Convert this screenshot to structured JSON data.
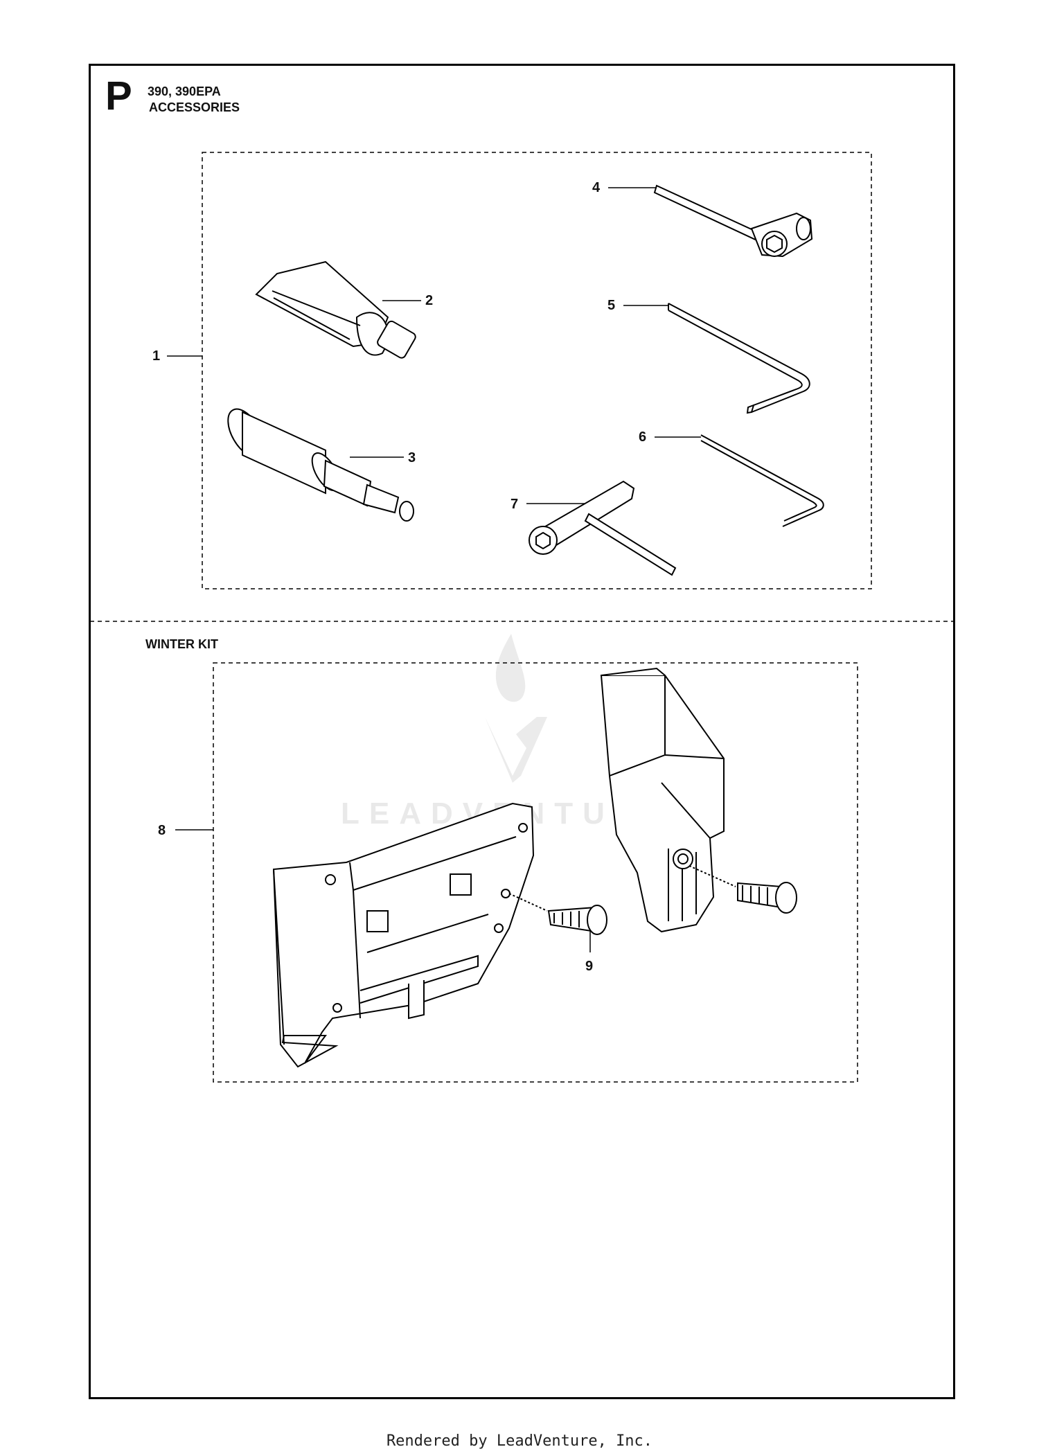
{
  "header": {
    "section_letter": "P",
    "models": "390, 390EPA",
    "title": "ACCESSORIES"
  },
  "winter_kit": {
    "title": "WINTER KIT"
  },
  "callouts": [
    "1",
    "2",
    "3",
    "4",
    "5",
    "6",
    "7",
    "8",
    "9"
  ],
  "watermark": {
    "text": "LEADVENTURE"
  },
  "footer": {
    "text": "Rendered by LeadVenture, Inc."
  },
  "colors": {
    "line": "#000000",
    "watermark": "#e9e9e9",
    "background": "#ffffff"
  }
}
